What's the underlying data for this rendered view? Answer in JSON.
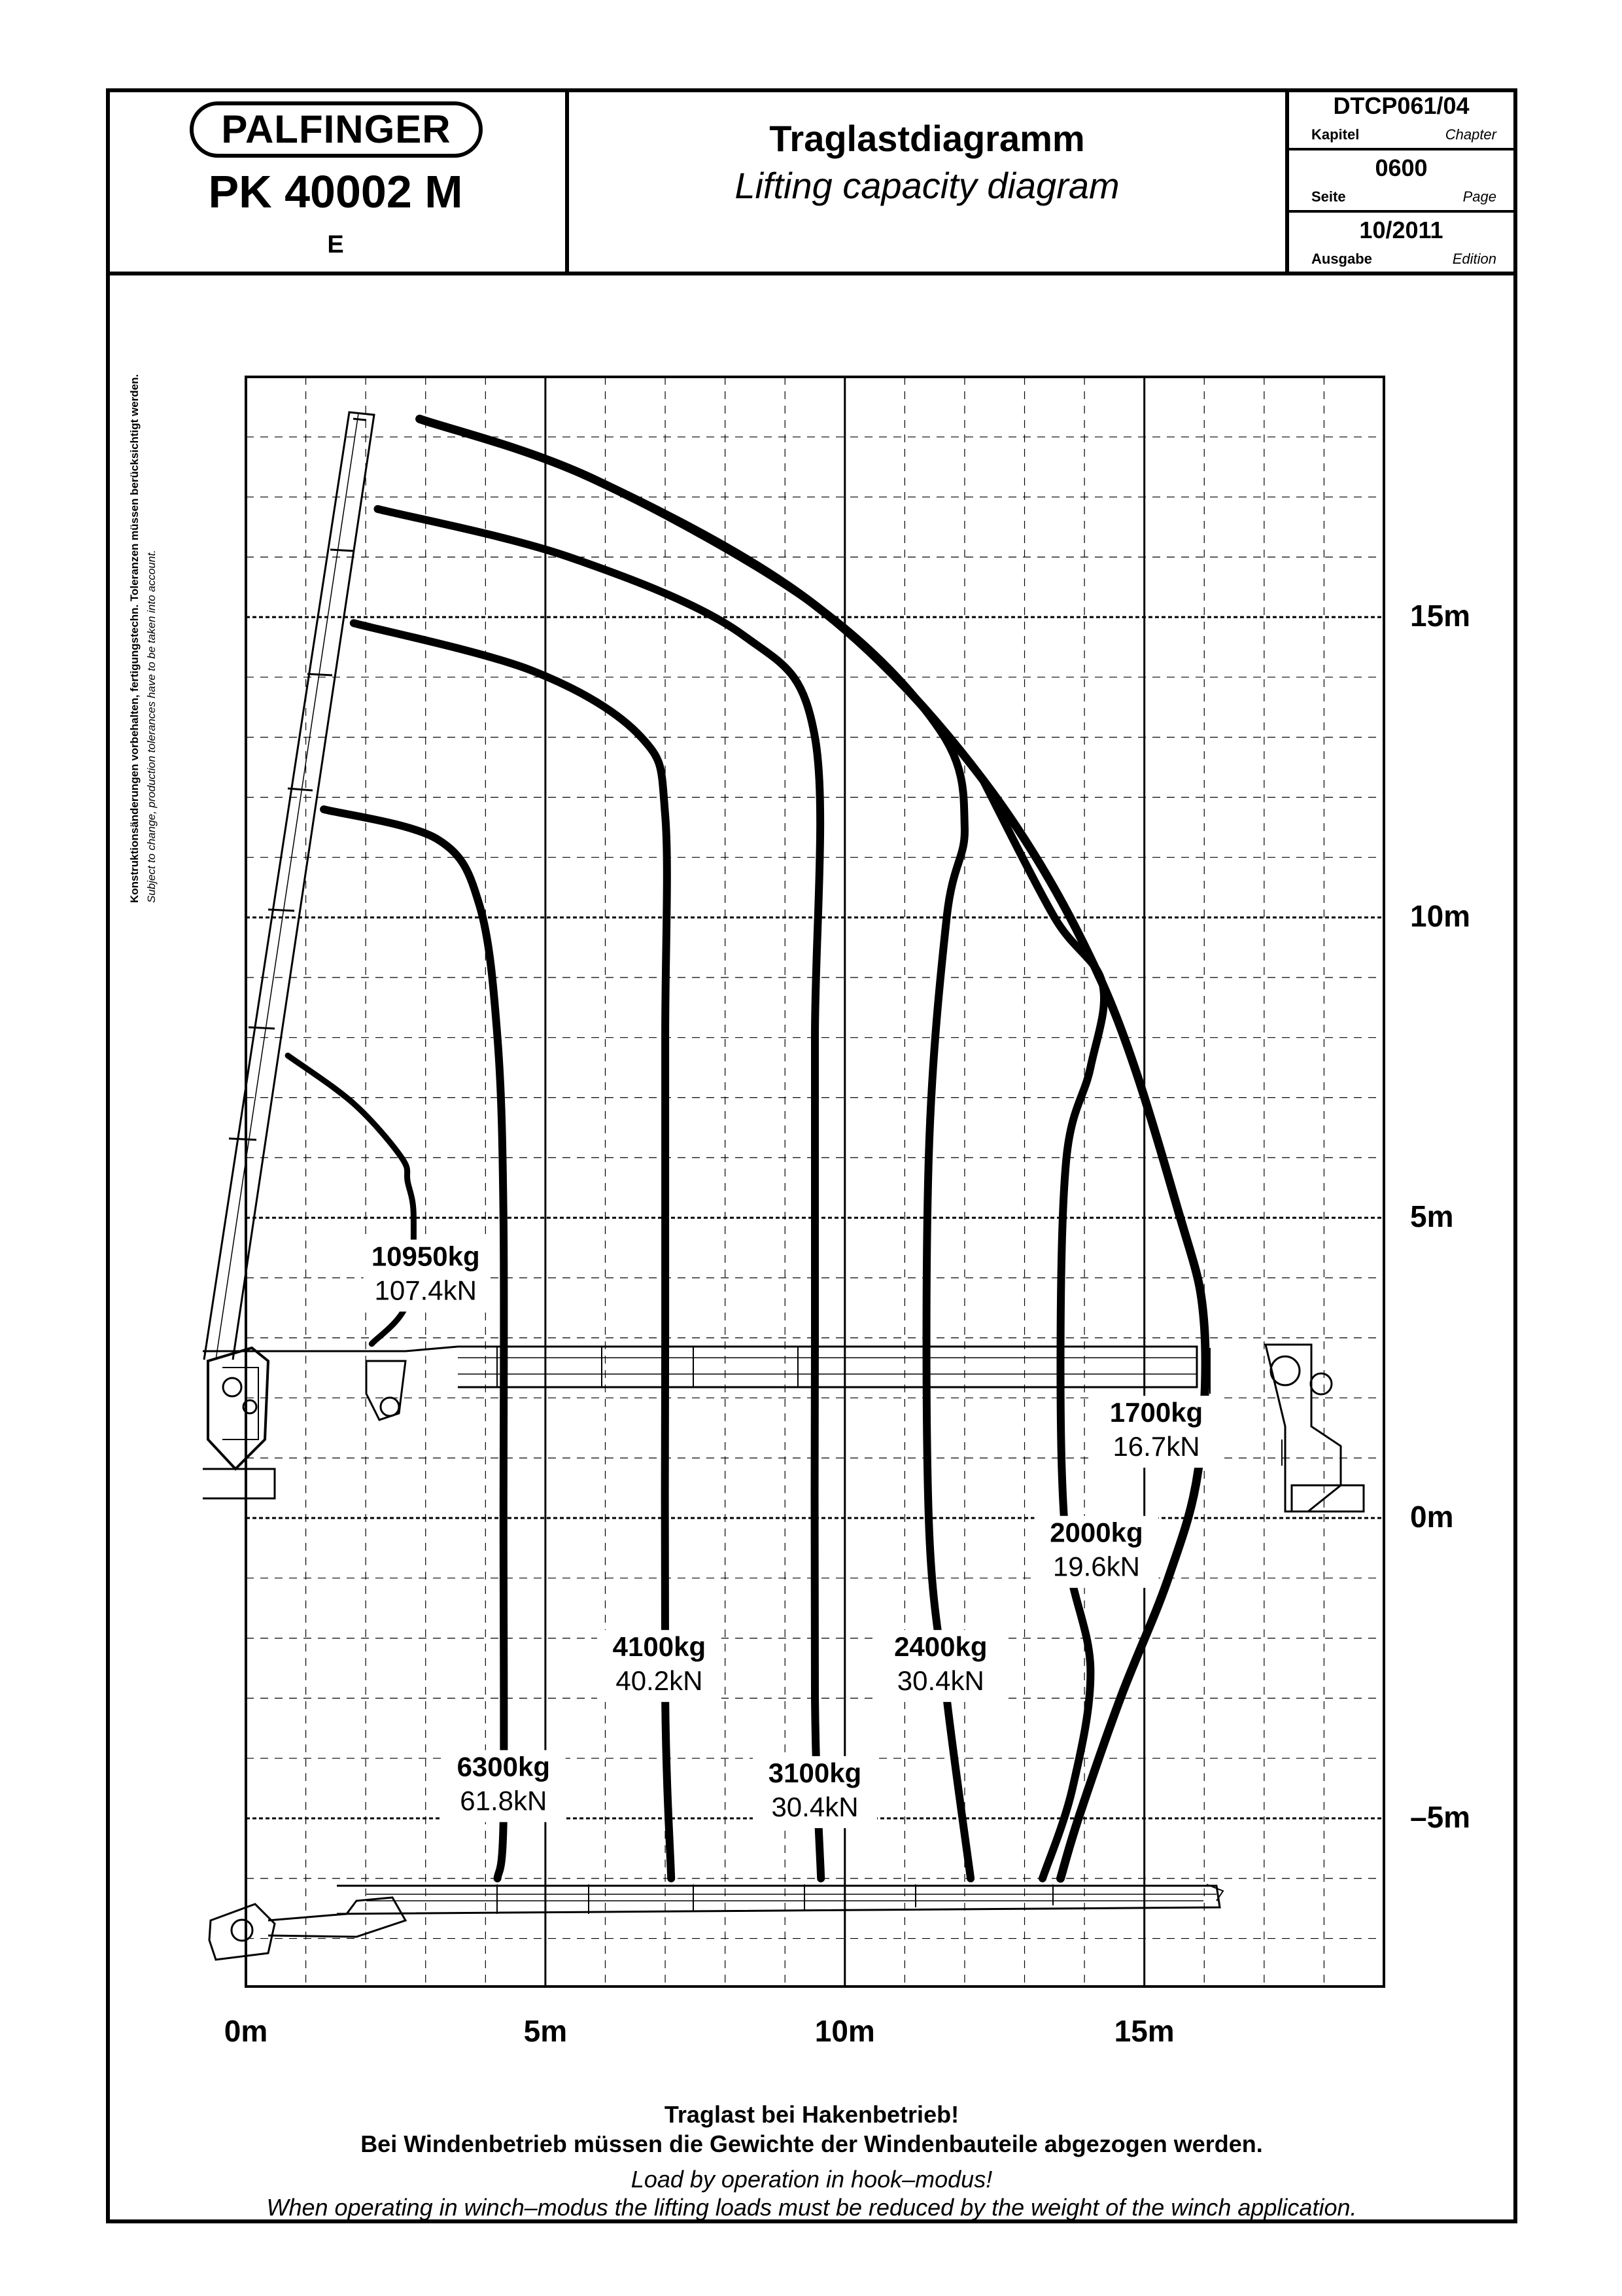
{
  "header": {
    "brand": "PALFINGER",
    "model": "PK 40002 M",
    "variant": "E",
    "title_de": "Traglastdiagramm",
    "title_en": "Lifting capacity diagram",
    "chapter": {
      "value": "DTCP061/04",
      "label_de": "Kapitel",
      "label_en": "Chapter"
    },
    "page": {
      "value": "0600",
      "label_de": "Seite",
      "label_en": "Page"
    },
    "edition": {
      "value": "10/2011",
      "label_de": "Ausgabe",
      "label_en": "Edition"
    }
  },
  "side_note": {
    "de": "Konstruktionsänderungen vorbehalten, fertigungstechn. Toleranzen müssen berücksichtigt werden.",
    "en": "Subject to change, production tolerances have to be taken into account."
  },
  "chart_data": {
    "type": "line",
    "x_ticks": [
      "0m",
      "5m",
      "10m",
      "15m"
    ],
    "y_ticks": [
      "15m",
      "10m",
      "5m",
      "0m",
      "–5m"
    ],
    "x_range": [
      0,
      19
    ],
    "y_range": [
      -7.8,
      19
    ],
    "grid": true,
    "series": [
      {
        "name": "10950kg",
        "label_kg": "10950kg",
        "label_kn": "107.4kN",
        "points": [
          [
            0.7,
            7.7
          ],
          [
            1.8,
            6.9
          ],
          [
            2.6,
            6.0
          ],
          [
            2.7,
            5.6
          ],
          [
            2.8,
            5.0
          ],
          [
            2.7,
            3.6
          ],
          [
            2.1,
            2.9
          ]
        ]
      },
      {
        "name": "6300kg",
        "label_kg": "6300kg",
        "label_kn": "61.8kN",
        "points": [
          [
            1.3,
            11.8
          ],
          [
            3.2,
            11.3
          ],
          [
            3.9,
            10.2
          ],
          [
            4.2,
            8.0
          ],
          [
            4.3,
            5.0
          ],
          [
            4.3,
            0.0
          ],
          [
            4.3,
            -5.0
          ],
          [
            4.2,
            -6.0
          ]
        ]
      },
      {
        "name": "4100kg",
        "label_kg": "4100kg",
        "label_kn": "40.2kN",
        "points": [
          [
            1.8,
            14.9
          ],
          [
            4.8,
            14.1
          ],
          [
            6.6,
            13.0
          ],
          [
            7.0,
            11.7
          ],
          [
            7.0,
            8.0
          ],
          [
            7.0,
            3.0
          ],
          [
            7.0,
            -3.0
          ],
          [
            7.1,
            -6.0
          ]
        ]
      },
      {
        "name": "3100kg",
        "label_kg": "3100kg",
        "label_kn": "30.4kN",
        "points": [
          [
            2.2,
            16.8
          ],
          [
            5.4,
            16.0
          ],
          [
            8.3,
            14.7
          ],
          [
            9.5,
            13.0
          ],
          [
            9.5,
            8.0
          ],
          [
            9.5,
            3.0
          ],
          [
            9.5,
            -3.0
          ],
          [
            9.6,
            -6.0
          ]
        ]
      },
      {
        "name": "2400kg",
        "label_kg": "2400kg",
        "label_kn": "30.4kN",
        "points": [
          [
            2.9,
            18.3
          ],
          [
            5.8,
            17.3
          ],
          [
            9.5,
            15.2
          ],
          [
            11.6,
            13.1
          ],
          [
            12.0,
            11.5
          ],
          [
            11.7,
            10.0
          ],
          [
            11.4,
            6.0
          ],
          [
            11.4,
            0.0
          ],
          [
            11.7,
            -3.0
          ],
          [
            12.1,
            -6.0
          ]
        ]
      },
      {
        "name": "2000kg",
        "label_kg": "2000kg",
        "label_kn": "19.6kN",
        "points": [
          [
            12.3,
            12.3
          ],
          [
            13.5,
            10.0
          ],
          [
            14.3,
            8.9
          ],
          [
            14.1,
            7.5
          ],
          [
            13.7,
            6.0
          ],
          [
            13.6,
            2.5
          ],
          [
            13.7,
            -0.5
          ],
          [
            14.1,
            -2.5
          ],
          [
            13.8,
            -4.5
          ],
          [
            13.3,
            -6.0
          ]
        ]
      },
      {
        "name": "1700kg",
        "label_kg": "1700kg",
        "label_kn": "16.7kN",
        "points": [
          [
            2.9,
            18.3
          ],
          [
            5.8,
            17.3
          ],
          [
            9.5,
            15.2
          ],
          [
            12.3,
            12.3
          ],
          [
            14.3,
            8.9
          ],
          [
            15.6,
            5.0
          ],
          [
            16.0,
            3.2
          ],
          [
            15.9,
            0.8
          ],
          [
            15.4,
            -1.0
          ],
          [
            14.6,
            -3.0
          ],
          [
            13.9,
            -5.0
          ],
          [
            13.6,
            -6.0
          ]
        ]
      }
    ]
  },
  "footer": {
    "de_line1": "Traglast bei Hakenbetrieb!",
    "de_line2": "Bei Windenbetrieb müssen die Gewichte der Windenbauteile abgezogen werden.",
    "en_line1": "Load by operation in hook–modus!",
    "en_line2": "When operating in winch–modus the lifting loads must be reduced by the weight of the winch application."
  }
}
